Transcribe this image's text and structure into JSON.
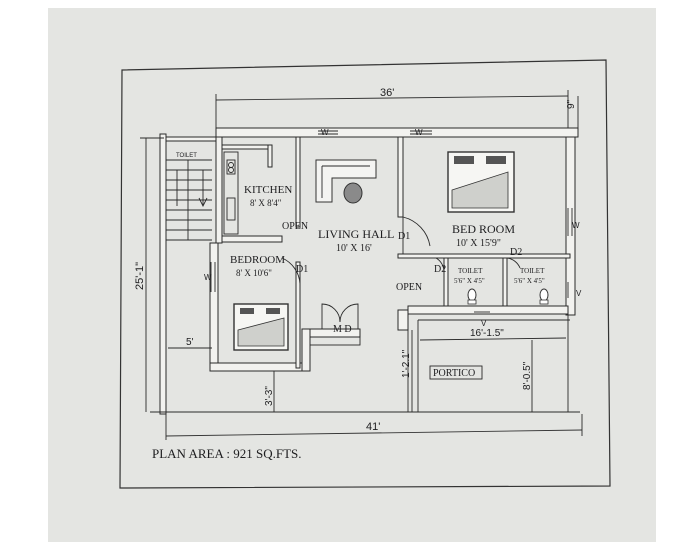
{
  "dimensions": {
    "top_width": "36'",
    "top_offset": "9\"",
    "total_width": "41'",
    "left_height": "25'-1\"",
    "setback_left": "5'",
    "setback_bottom": "3'-3\"",
    "portico_width": "16'-1.5\"",
    "portico_depth": "8'-0.5\"",
    "step": "1'-2.1\""
  },
  "rooms": {
    "toilet_stair": "TOILET",
    "kitchen_name": "KITCHEN",
    "kitchen_size": "8' X 8'4\"",
    "living_name": "LIVING HALL",
    "living_size": "10' X 16'",
    "bed_name": "BED ROOM",
    "bed_size": "10' X 15'9\"",
    "bedroom_name": "BEDROOM",
    "bedroom_size": "8' X 10'6\"",
    "toilet1_name": "TOILET",
    "toilet1_size": "5'6\" X 4'5\"",
    "toilet2_name": "TOILET",
    "toilet2_size": "5'6\" X 4'5\"",
    "portico": "PORTICO"
  },
  "openings": {
    "open_kitchen": "OPEN",
    "open_living": "OPEN",
    "door_d1_bed": "D1",
    "door_d1_bedroom": "D1",
    "door_d2_a": "D2",
    "door_d2_b": "D2",
    "main_door": "M D",
    "window_w": "W",
    "window_v": "V"
  },
  "footer": {
    "plan_area": "PLAN AREA : 921 SQ.FTS."
  }
}
